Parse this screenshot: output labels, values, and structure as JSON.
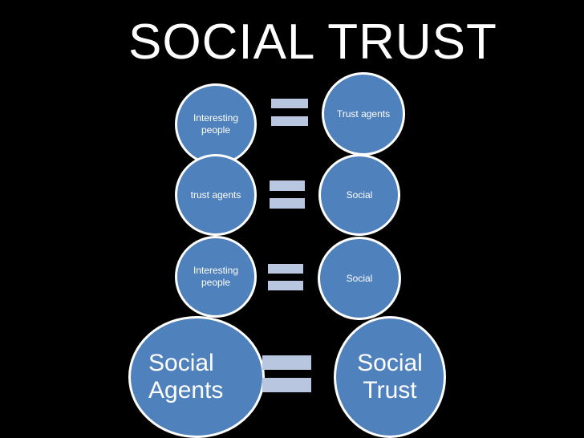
{
  "title": "SOCIAL TRUST",
  "equations": [
    {
      "left": "Interesting\npeople",
      "right": "Trust agents"
    },
    {
      "left": "trust agents",
      "right": "Social"
    },
    {
      "left": "Interesting\npeople",
      "right": "Social"
    },
    {
      "left": "Social\nAgents",
      "right": "Social\nTrust"
    }
  ],
  "colors": {
    "background": "#000000",
    "circle_fill": "#4f81bd",
    "circle_border": "#ffffff",
    "equals_bar": "#b9c6e0"
  }
}
